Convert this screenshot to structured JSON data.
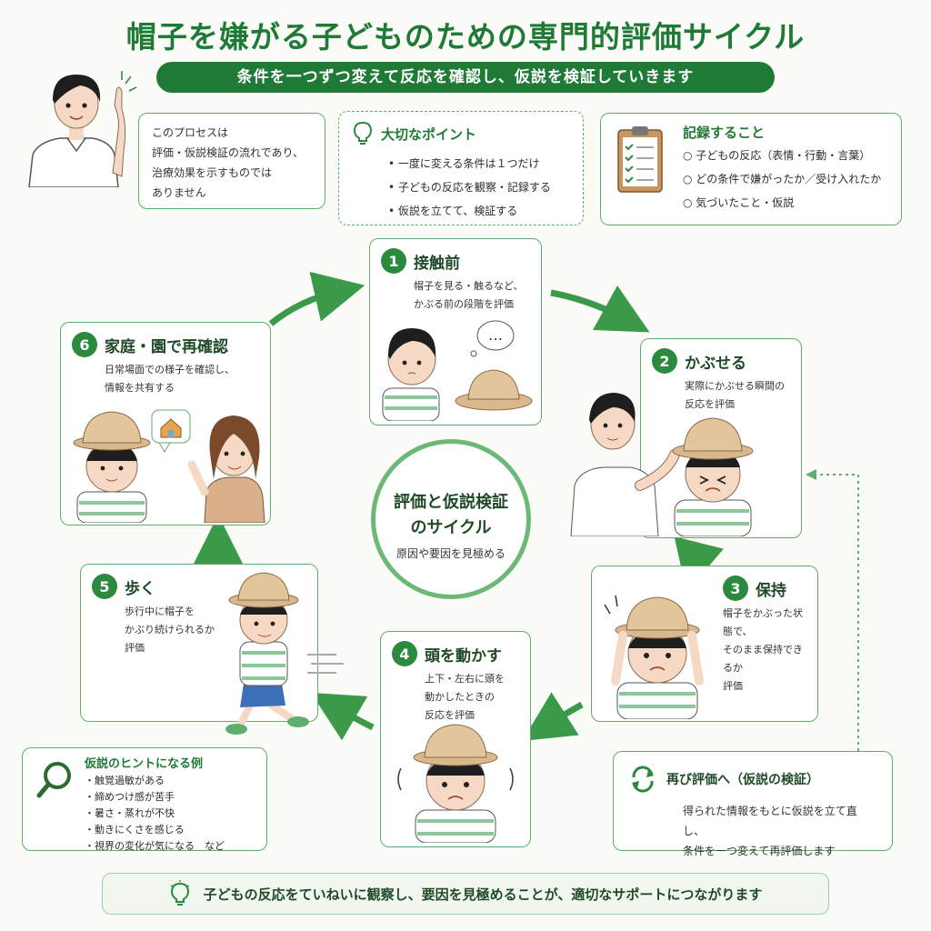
{
  "header": {
    "title": "帽子を嫌がる子どものための専門的評価サイクル",
    "subtitle": "条件を一つずつ変えて反応を確認し、仮説を検証していきます"
  },
  "speech": {
    "lines": [
      "このプロセスは",
      "評価・仮説検証の流れであり、",
      "治療効果を示すものでは",
      "ありません"
    ]
  },
  "points": {
    "title": "大切なポイント",
    "items": [
      "一度に変える条件は１つだけ",
      "子どもの反応を観察・記録する",
      "仮説を立てて、検証する"
    ]
  },
  "record": {
    "title": "記録すること",
    "items": [
      "子どもの反応（表情・行動・言葉）",
      "どの条件で嫌がったか／受け入れたか",
      "気づいたこと・仮説"
    ]
  },
  "steps": [
    {
      "num": "1",
      "title": "接触前",
      "desc": [
        "帽子を見る・触るなど、",
        "かぶる前の段階を評価"
      ]
    },
    {
      "num": "2",
      "title": "かぶせる",
      "desc": [
        "実際にかぶせる瞬間の",
        "反応を評価"
      ]
    },
    {
      "num": "3",
      "title": "保持",
      "desc": [
        "帽子をかぶった状態で、",
        "そのまま保持できるか",
        "評価"
      ]
    },
    {
      "num": "4",
      "title": "頭を動かす",
      "desc": [
        "上下・左右に頭を",
        "動かしたときの",
        "反応を評価"
      ]
    },
    {
      "num": "5",
      "title": "歩く",
      "desc": [
        "歩行中に帽子を",
        "かぶり続けられるか",
        "評価"
      ]
    },
    {
      "num": "6",
      "title": "家庭・園で再確認",
      "desc": [
        "日常場面での様子を確認し、",
        "情報を共有する"
      ]
    }
  ],
  "center": {
    "title_line1": "評価と仮説検証",
    "title_line2": "のサイクル",
    "sub": "原因や要因を見極める"
  },
  "hints": {
    "title": "仮説のヒントになる例",
    "items": [
      "触覚過敏がある",
      "締めつけ感が苦手",
      "暑さ・蒸れが不快",
      "動きにくさを感じる",
      "視界の変化が気になる　など"
    ]
  },
  "reeval": {
    "title": "再び評価へ（仮説の検証）",
    "lines": [
      "得られた情報をもとに仮説を立て直し、",
      "条件を一つ変えて再評価します"
    ]
  },
  "footer": {
    "text": "子どもの反応をていねいに観察し、要因を見極めることが、適切なサポートにつながります"
  },
  "bubble": {
    "dots": "…"
  },
  "colors": {
    "green": "#1f7a36",
    "accent": "#2c8a3e",
    "line": "#5fae6c"
  }
}
